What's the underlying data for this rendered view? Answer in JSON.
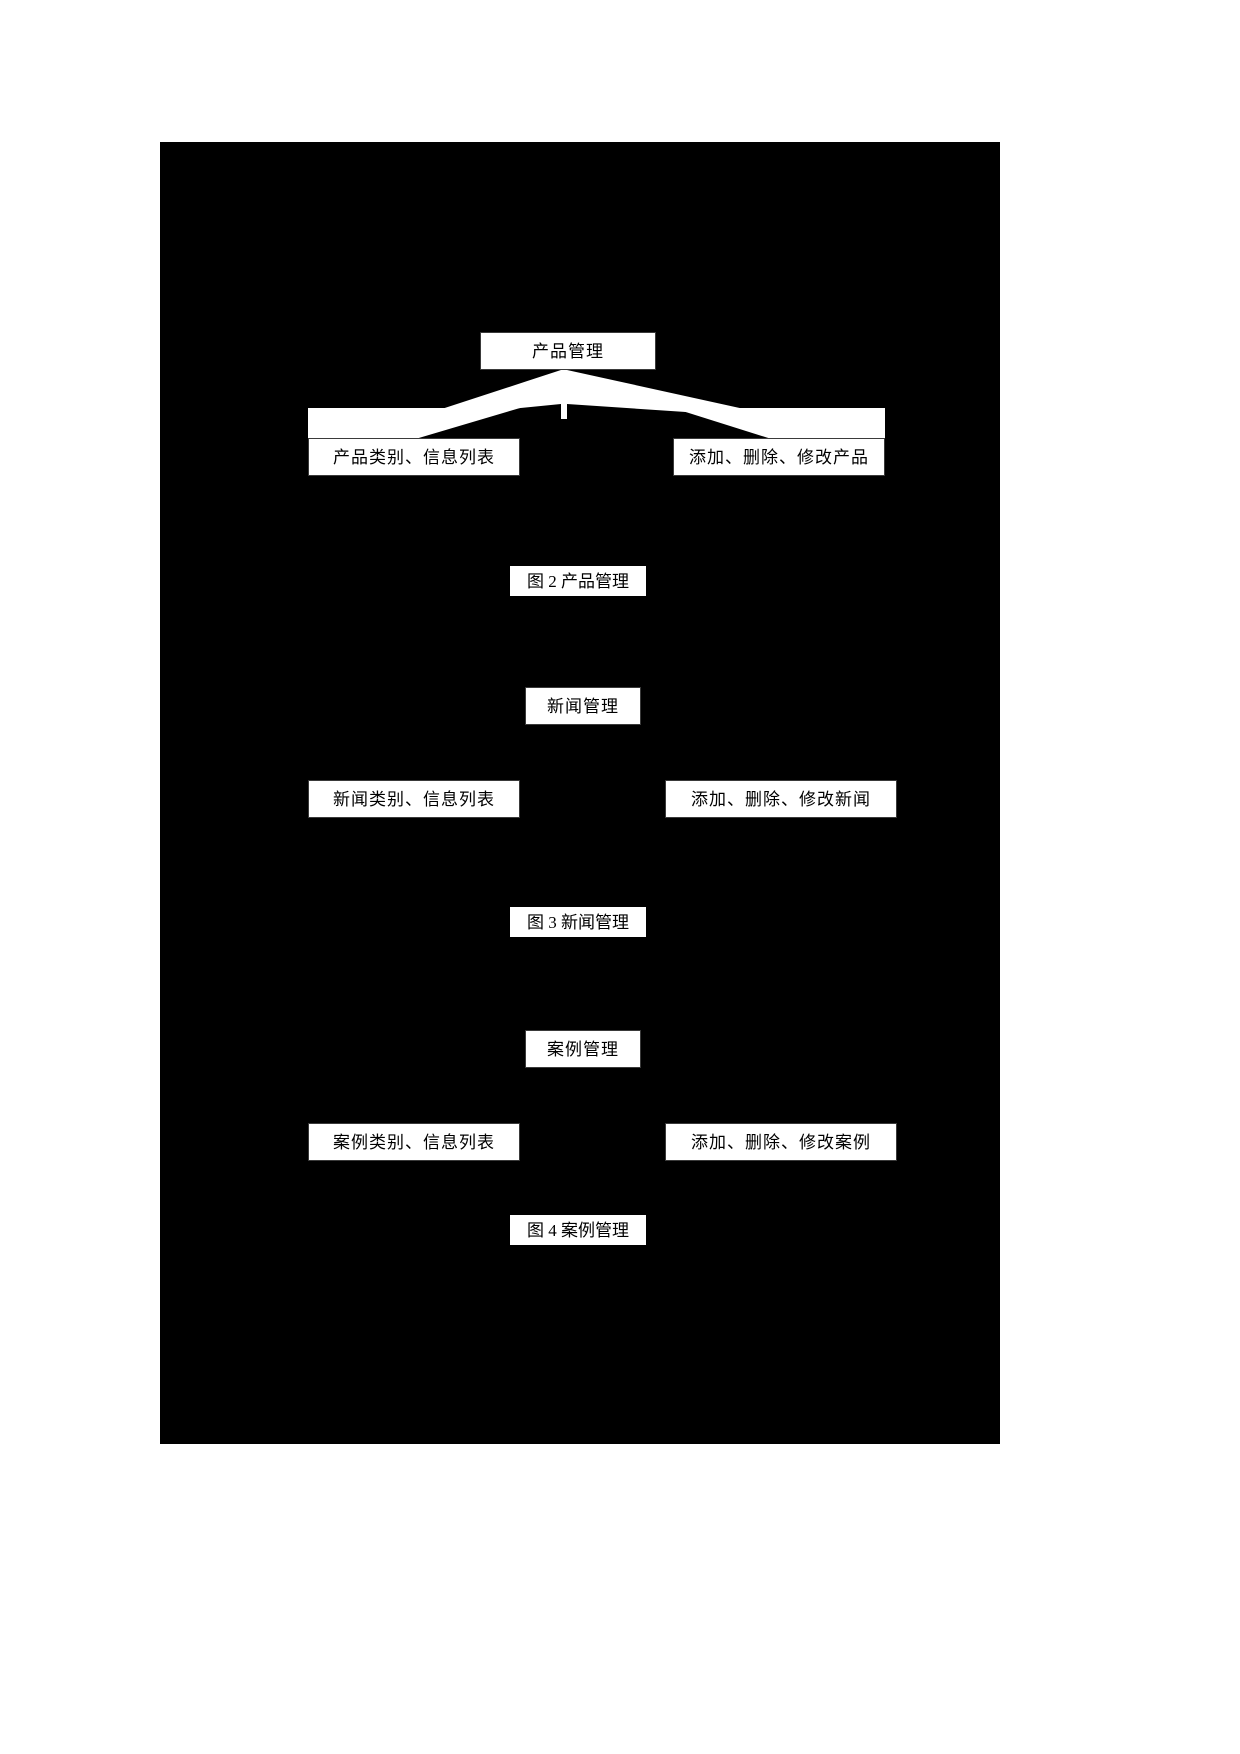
{
  "document": {
    "background_color": "#ffffff",
    "canvas_color": "#000000",
    "box_fill": "#ffffff",
    "box_border": "#3a3a3a",
    "text_color": "#000000"
  },
  "diagrams": [
    {
      "id": "product-management",
      "root": {
        "label": "产品管理"
      },
      "children": [
        {
          "label": "产品类别、信息列表"
        },
        {
          "label": "添加、删除、修改产品"
        }
      ],
      "caption": "图 2  产品管理",
      "has_connectors": true
    },
    {
      "id": "news-management",
      "root": {
        "label": "新闻管理"
      },
      "children": [
        {
          "label": "新闻类别、信息列表"
        },
        {
          "label": "添加、删除、修改新闻"
        }
      ],
      "caption": "图 3  新闻管理",
      "has_connectors": false
    },
    {
      "id": "case-management",
      "root": {
        "label": "案例管理"
      },
      "children": [
        {
          "label": "案例类别、信息列表"
        },
        {
          "label": "添加、删除、修改案例"
        }
      ],
      "caption": "图 4  案例管理",
      "has_connectors": false
    }
  ]
}
